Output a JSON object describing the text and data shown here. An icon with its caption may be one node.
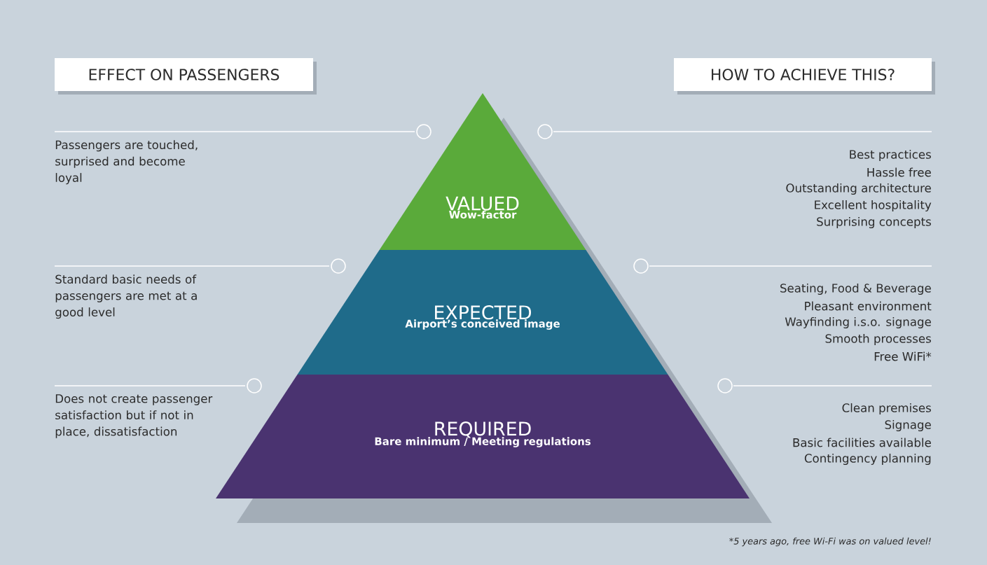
{
  "diagram": {
    "nodes": [
      {
        "text": [
          "EFFECT ON PASSENGERS"
        ]
      },
      {
        "text": [
          "HOW TO ACHIEVE THIS?"
        ]
      },
      {
        "text": [
          "VALUED",
          "Wow-factor"
        ]
      },
      {
        "text": [
          "EXPECTED",
          "Airport’s conceived image"
        ]
      },
      {
        "text": [
          "REQUIRED",
          "Bare minimum / Meeting regulations"
        ]
      }
    ],
    "labels": [
      "Passengers are touched, surprised and become loyal",
      "Best practices",
      "Hassle free",
      "Outstanding architecture",
      "Excellent hospitality",
      "Surprising concepts",
      "Standard basic needs of passengers are met at a good level",
      "Seating, Food & Beverage",
      "Pleasant environment",
      "Wayfinding i.s.o. signage",
      "Smooth processes",
      "Free WiFi*",
      "Does not create passenger satisfaction but if not in place, dissatisfaction",
      "Clean premises",
      "Signage",
      "Basic facilities available",
      "Contingency planning",
      "*5 years ago, free Wi-Fi was on valued level!"
    ]
  }
}
